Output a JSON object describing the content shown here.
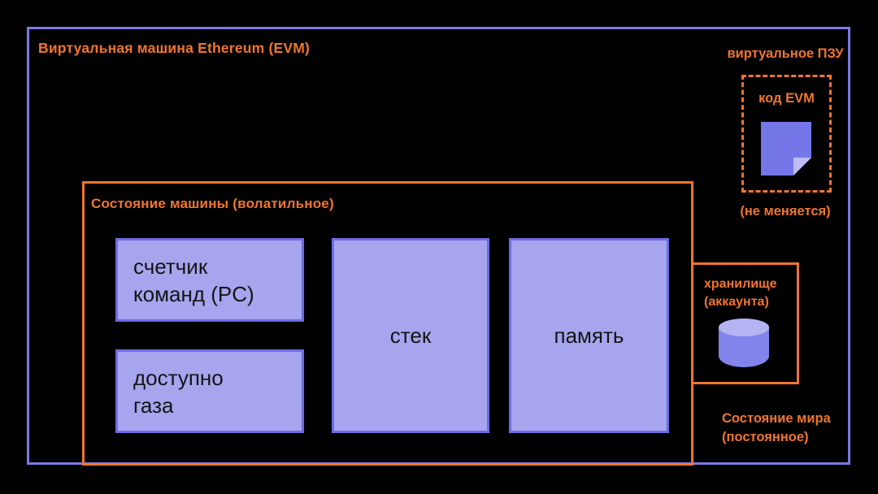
{
  "colors": {
    "background": "#000000",
    "orange": "#f0752f",
    "outer_border": "#7b79e3",
    "box_fill": "#a6a5ee",
    "box_border": "#6d6ce2",
    "box_text": "#141414",
    "note_fill": "#7577e8",
    "note_fold": "#bdbdf6",
    "cylinder_body": "#8284ec",
    "cylinder_top": "#b4b4f2"
  },
  "diagram": {
    "title": "Виртуальная машина Ethereum (EVM)",
    "machine_state": {
      "label": "Состояние машины (волатильное)",
      "boxes": [
        {
          "id": "program-counter",
          "lines": [
            "счетчик",
            "команд (PC)"
          ]
        },
        {
          "id": "gas-available",
          "lines": [
            "доступно",
            "газа"
          ]
        },
        {
          "id": "stack",
          "lines": [
            "стек"
          ]
        },
        {
          "id": "memory",
          "lines": [
            "память"
          ]
        }
      ]
    },
    "rom": {
      "label": "виртуальное ПЗУ",
      "code_label": "код EVM",
      "icon": "note-icon",
      "note": "(не меняется)"
    },
    "storage": {
      "label_line1": "хранилище",
      "label_line2": "(аккаунта)",
      "icon": "database-cylinder-icon"
    },
    "world_state": {
      "line1": "Состояние мира",
      "line2": "(постоянное)"
    }
  }
}
